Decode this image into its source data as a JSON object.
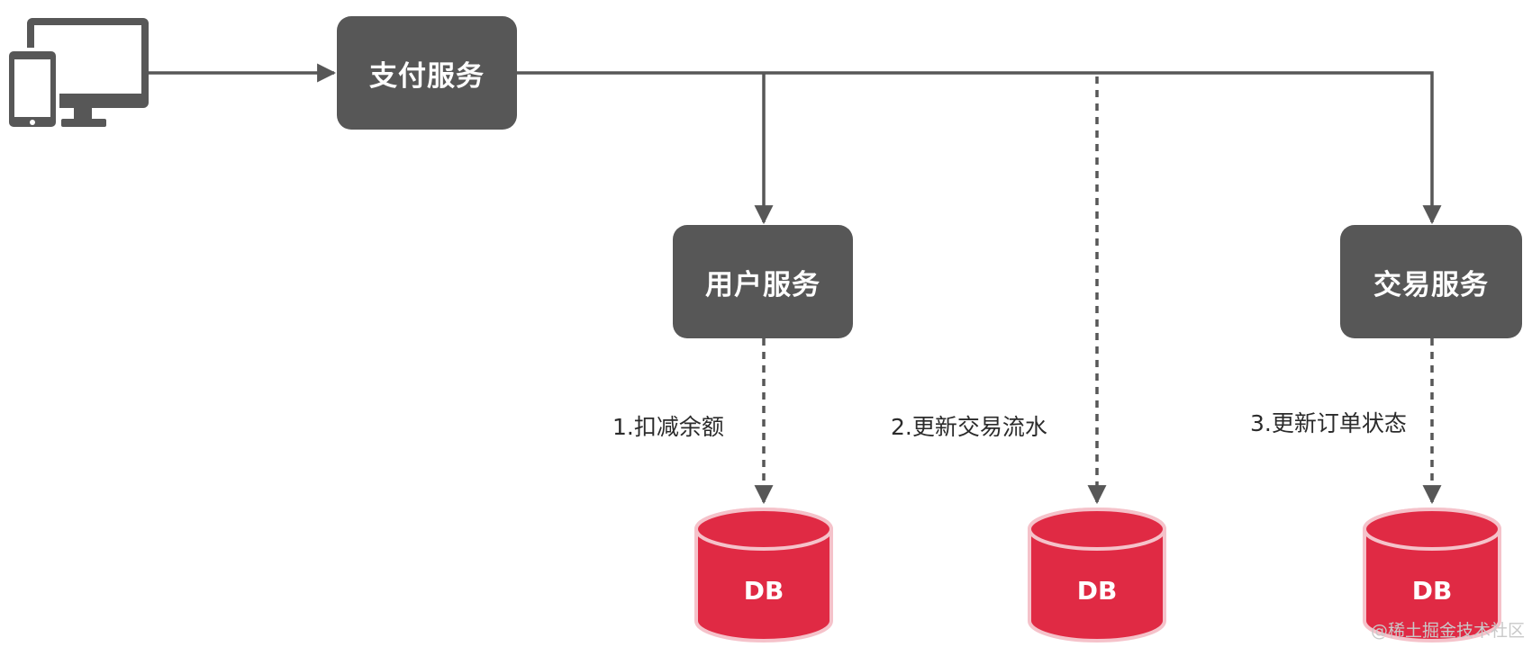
{
  "services": {
    "payment": "支付服务",
    "user": "用户服务",
    "trade": "交易服务"
  },
  "steps": [
    "1.扣减余额",
    "2.更新交易流水",
    "3.更新订单状态"
  ],
  "databases": [
    "DB",
    "DB",
    "DB"
  ],
  "watermark": "@稀土掘金技术社区",
  "icons": {
    "client": "devices-icon"
  },
  "colors": {
    "box": "#575757",
    "line": "#575757",
    "db_fill": "#e02a44",
    "db_edge": "#f5c2ca"
  }
}
